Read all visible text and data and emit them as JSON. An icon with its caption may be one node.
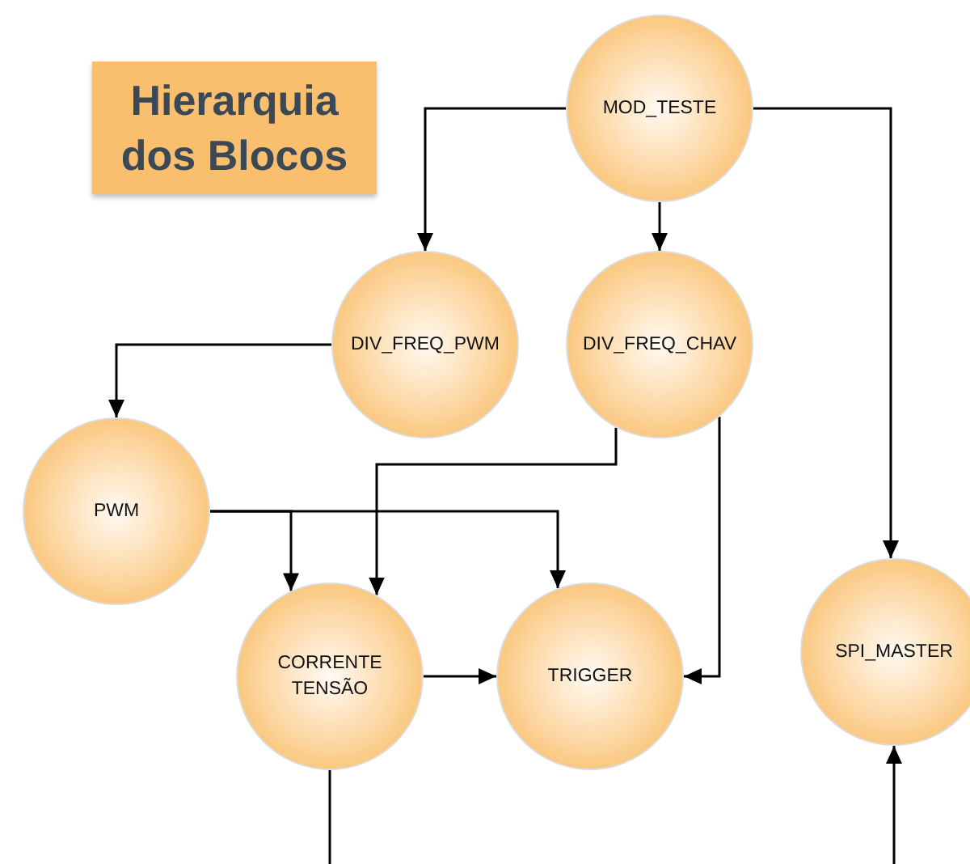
{
  "diagram": {
    "title": "Hierarquia dos Blocos",
    "nodes": [
      {
        "text": [
          "MOD_TESTE"
        ]
      },
      {
        "text": [
          "DIV_FREQ_PWM"
        ]
      },
      {
        "text": [
          "DIV_FREQ_CHAV"
        ]
      },
      {
        "text": [
          "PWM"
        ]
      },
      {
        "text": [
          "CORRENTE TENSÃO"
        ]
      },
      {
        "text": [
          "TRIGGER"
        ]
      },
      {
        "text": [
          "SPI_MASTER"
        ]
      }
    ],
    "edges": [
      {
        "from": 0,
        "to": 1,
        "arrow": "to"
      },
      {
        "from": 0,
        "to": 2,
        "arrow": "to"
      },
      {
        "from": 0,
        "to": 6,
        "arrow": "to"
      },
      {
        "from": 1,
        "to": 3,
        "arrow": "to"
      },
      {
        "from": 2,
        "to": 4,
        "arrow": "to"
      },
      {
        "from": 2,
        "to": 5,
        "arrow": "to"
      },
      {
        "from": 3,
        "to": 4,
        "arrow": "to"
      },
      {
        "from": 3,
        "to": 5,
        "arrow": "to"
      },
      {
        "from": 4,
        "to": 5,
        "arrow": "to"
      },
      {
        "from": 4,
        "to": null,
        "arrow": "none"
      },
      {
        "from": null,
        "to": 6,
        "arrow": "to"
      }
    ]
  }
}
